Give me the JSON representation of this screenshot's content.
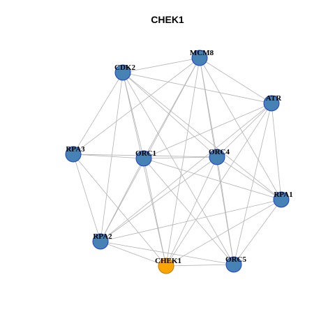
{
  "title": "CHEK1",
  "colors": {
    "node_fill": "#4682b4",
    "node_stroke": "#1a3fd6",
    "highlight_fill": "#ffa500",
    "highlight_stroke": "#c07800",
    "edge": "#b3b3b3"
  },
  "highlight": "CHEK1",
  "nodes": [
    "MCM8",
    "CDK2",
    "ATR",
    "RPA3",
    "ORC1",
    "ORC4",
    "RPA1",
    "RPA2",
    "CHEK1",
    "ORC5"
  ],
  "edges": [
    [
      "CDK2",
      "MCM8"
    ],
    [
      "CDK2",
      "ORC1"
    ],
    [
      "CDK2",
      "ORC4"
    ],
    [
      "CDK2",
      "RPA1"
    ],
    [
      "CDK2",
      "RPA3"
    ],
    [
      "CDK2",
      "RPA2"
    ],
    [
      "CDK2",
      "CHEK1"
    ],
    [
      "CDK2",
      "ATR"
    ],
    [
      "CDK2",
      "ORC5"
    ],
    [
      "MCM8",
      "ATR"
    ],
    [
      "MCM8",
      "ORC1"
    ],
    [
      "MCM8",
      "ORC4"
    ],
    [
      "MCM8",
      "RPA2"
    ],
    [
      "MCM8",
      "CHEK1"
    ],
    [
      "MCM8",
      "ORC5"
    ],
    [
      "MCM8",
      "RPA3"
    ],
    [
      "MCM8",
      "RPA1"
    ],
    [
      "ATR",
      "ORC4"
    ],
    [
      "ATR",
      "RPA1"
    ],
    [
      "ATR",
      "ORC1"
    ],
    [
      "ATR",
      "RPA2"
    ],
    [
      "ATR",
      "CHEK1"
    ],
    [
      "ATR",
      "ORC5"
    ],
    [
      "RPA3",
      "ORC1"
    ],
    [
      "RPA3",
      "RPA2"
    ],
    [
      "RPA3",
      "CHEK1"
    ],
    [
      "RPA3",
      "ORC4"
    ],
    [
      "ORC1",
      "ORC4"
    ],
    [
      "ORC1",
      "RPA1"
    ],
    [
      "ORC1",
      "RPA2"
    ],
    [
      "ORC1",
      "CHEK1"
    ],
    [
      "ORC1",
      "ORC5"
    ],
    [
      "ORC4",
      "RPA1"
    ],
    [
      "ORC4",
      "RPA2"
    ],
    [
      "ORC4",
      "CHEK1"
    ],
    [
      "ORC4",
      "ORC5"
    ],
    [
      "RPA1",
      "RPA2"
    ],
    [
      "RPA1",
      "CHEK1"
    ],
    [
      "RPA1",
      "ORC5"
    ],
    [
      "RPA2",
      "CHEK1"
    ],
    [
      "RPA2",
      "ORC5"
    ],
    [
      "CHEK1",
      "ORC5"
    ]
  ]
}
